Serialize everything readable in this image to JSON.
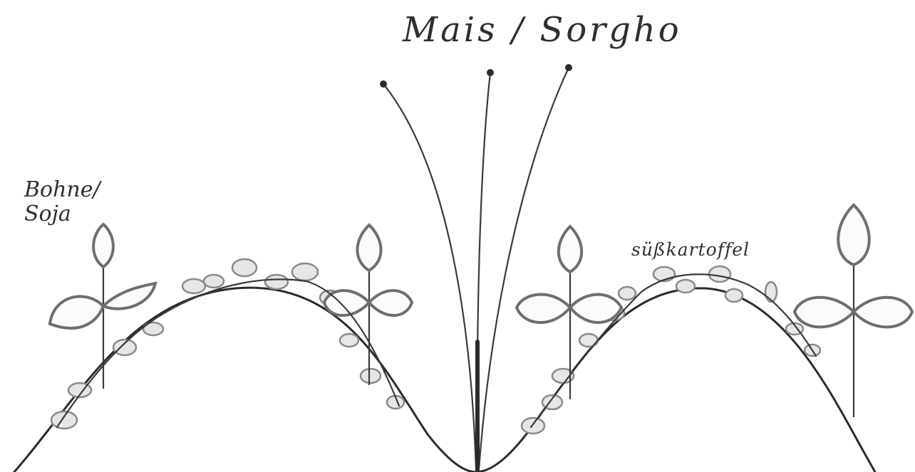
{
  "labels": {
    "maize": "Mais / Sorgho",
    "bean_line1": "Bohne/",
    "bean_line2": "Soja",
    "sweet_potato": "süßkartoffel"
  },
  "colors": {
    "ink": "#2c2c2c",
    "leaf_outline": "#6f6f6f",
    "tuber_fill": "#d9d9d9",
    "background": "#ffffff"
  }
}
